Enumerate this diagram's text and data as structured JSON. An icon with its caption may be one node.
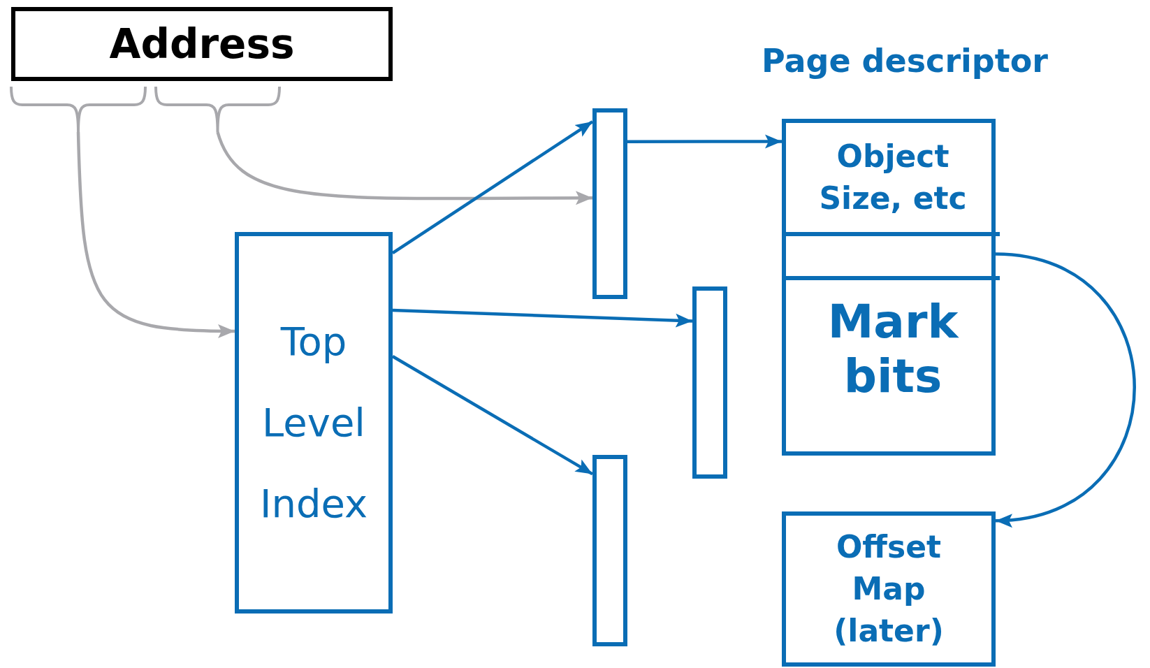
{
  "diagram": {
    "nodes": [
      {
        "text": [
          "Address"
        ]
      },
      {
        "text": [
          "Top Level Index"
        ]
      },
      {
        "text": [],
        "shape": "box"
      },
      {
        "text": [],
        "shape": "box"
      },
      {
        "text": [],
        "shape": "box"
      },
      {
        "text": [
          "Page descriptor"
        ]
      },
      {
        "text": [
          "Object Size, etc"
        ],
        "in": 5
      },
      {
        "text": [],
        "shape": "box",
        "in": 5
      },
      {
        "text": [
          "Mark bits"
        ],
        "in": 5
      },
      {
        "text": [
          "Offset Map (later)"
        ]
      },
      {
        "text": [],
        "shape": "bracket"
      },
      {
        "text": [],
        "shape": "bracket"
      }
    ],
    "edges": [
      {
        "from": 10,
        "to": 1,
        "arrow": "to",
        "color": "#a8a8ac"
      },
      {
        "from": 11,
        "to": 2,
        "arrow": "to",
        "color": "#a8a8ac"
      },
      {
        "from": 1,
        "to": 2,
        "arrow": "to"
      },
      {
        "from": 1,
        "to": 3,
        "arrow": "to"
      },
      {
        "from": 1,
        "to": 4,
        "arrow": "to"
      },
      {
        "from": 2,
        "to": 6,
        "arrow": "to"
      },
      {
        "from": 7,
        "to": 9,
        "arrow": "to"
      }
    ]
  }
}
